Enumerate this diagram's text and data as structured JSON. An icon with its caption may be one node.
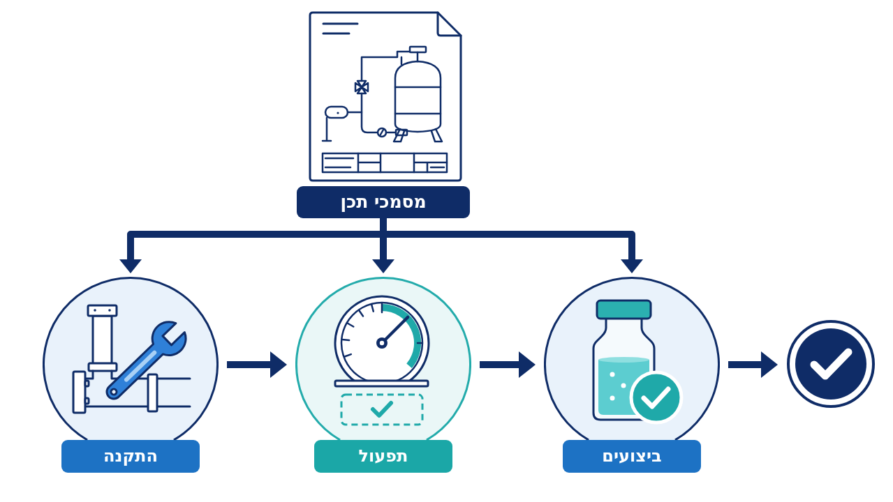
{
  "diagram": {
    "nodes": [
      {
        "text": [
          "מסמכי תכן"
        ]
      },
      {
        "text": [
          "התקנה"
        ]
      },
      {
        "text": [
          "תפעול"
        ]
      },
      {
        "text": [
          "ביצועים"
        ]
      },
      {
        "text": [],
        "shape": "circle"
      }
    ],
    "edges": [
      {
        "from": 0,
        "to": 1,
        "arrow": "to"
      },
      {
        "from": 0,
        "to": 2,
        "arrow": "to"
      },
      {
        "from": 0,
        "to": 3,
        "arrow": "to"
      },
      {
        "from": 1,
        "to": 2,
        "arrow": "to"
      },
      {
        "from": 2,
        "to": 3,
        "arrow": "to"
      },
      {
        "from": 3,
        "to": 4,
        "arrow": "to"
      }
    ]
  }
}
